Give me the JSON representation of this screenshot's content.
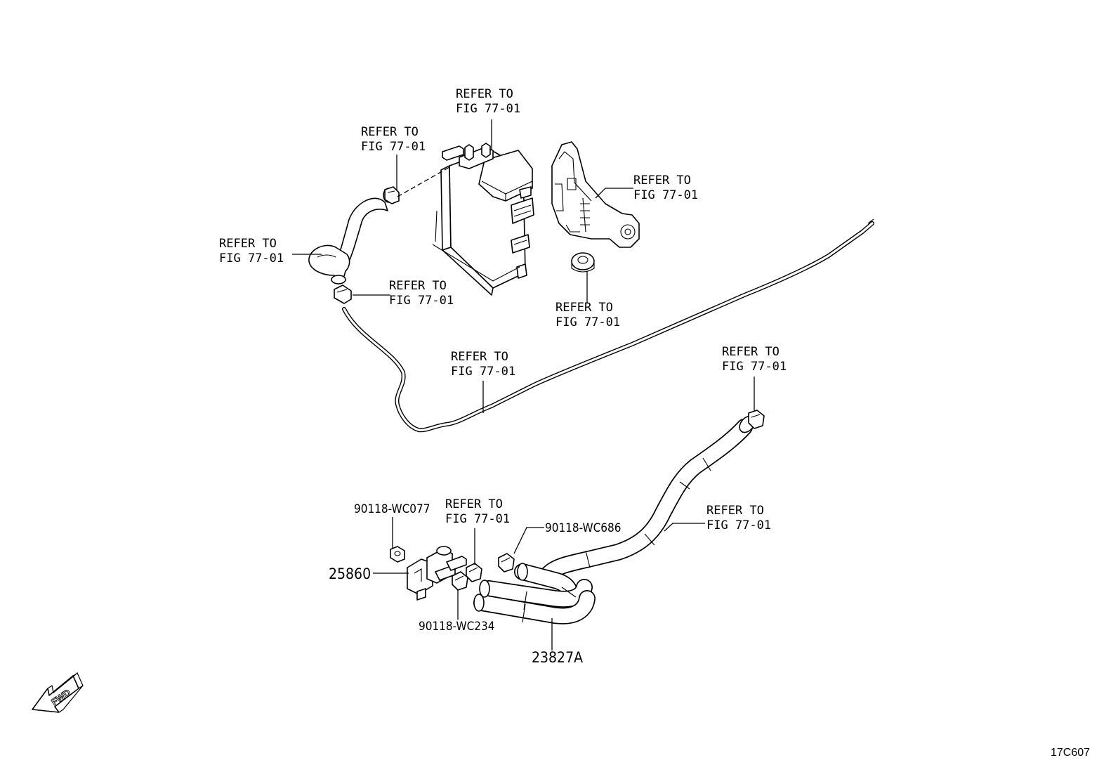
{
  "diagram": {
    "refer_line1": "REFER TO",
    "refer_line2": "FIG 77-01",
    "refs": [
      {
        "id": "canister-top"
      },
      {
        "id": "clamp-upper"
      },
      {
        "id": "bracket"
      },
      {
        "id": "hose-elbow"
      },
      {
        "id": "tube-clamp"
      },
      {
        "id": "grommet"
      },
      {
        "id": "fuel-tube"
      },
      {
        "id": "upper-clamp-right"
      },
      {
        "id": "valve-clamp"
      },
      {
        "id": "hose-assy"
      }
    ],
    "parts": [
      {
        "id": "90118-WC077",
        "label": "90118-WC077"
      },
      {
        "id": "90118-WC686",
        "label": "90118-WC686"
      },
      {
        "id": "90118-WC234",
        "label": "90118-WC234"
      },
      {
        "id": "25860",
        "label": "25860"
      },
      {
        "id": "23827A",
        "label": "23827A"
      }
    ],
    "fwd_label": "FWD",
    "figure_code": "17C607"
  }
}
